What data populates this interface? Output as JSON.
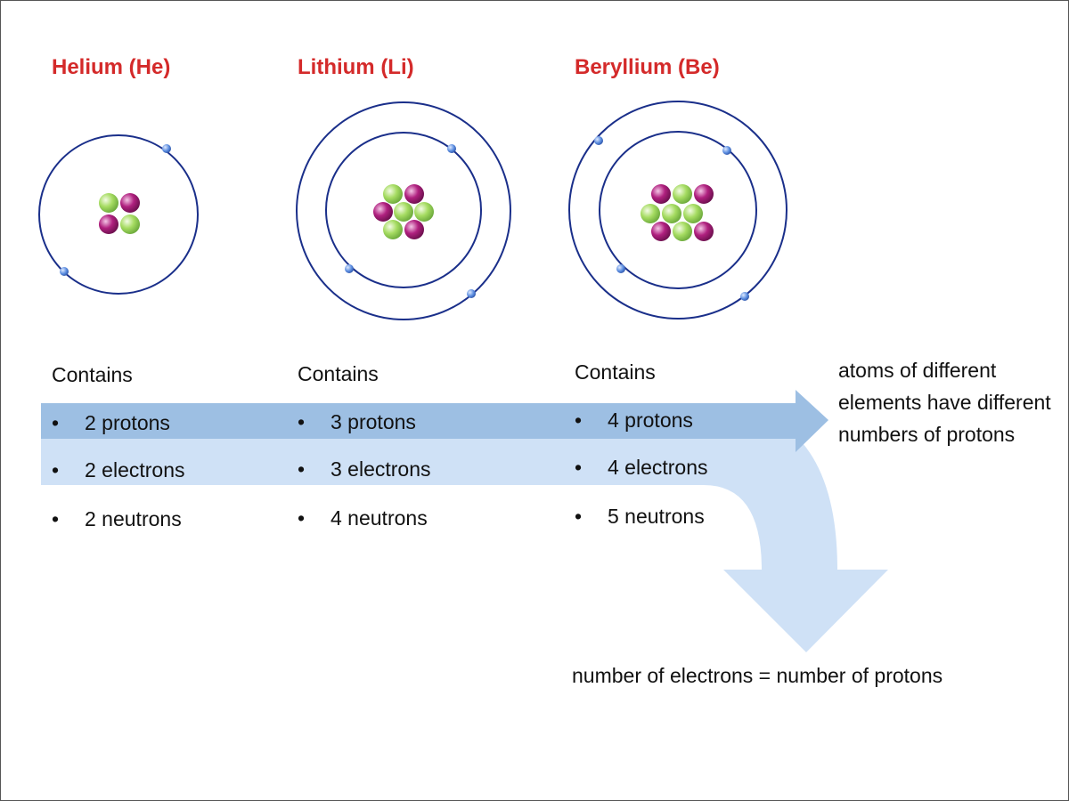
{
  "colors": {
    "title": "#d42a2a",
    "orbit": "#1a2f8a",
    "electron": "#5b8de0",
    "proton": "#b0207f",
    "neutron": "#9ed65a",
    "arrow_dark": "#9dbfe3",
    "arrow_light": "#cfe1f6"
  },
  "atoms": [
    {
      "name": "Helium (He)",
      "contains": "Contains",
      "items": [
        "2 protons",
        "2 electrons",
        "2 neutrons"
      ]
    },
    {
      "name": "Lithium (Li)",
      "contains": "Contains",
      "items": [
        "3 protons",
        "3 electrons",
        "4 neutrons"
      ]
    },
    {
      "name": "Beryllium (Be)",
      "contains": "Contains",
      "items": [
        "4 protons",
        "4 electrons",
        "5 neutrons"
      ]
    }
  ],
  "bullet": "•",
  "notes": {
    "protons": "atoms of different elements have different numbers of protons",
    "electrons": "number of electrons = number of protons"
  }
}
